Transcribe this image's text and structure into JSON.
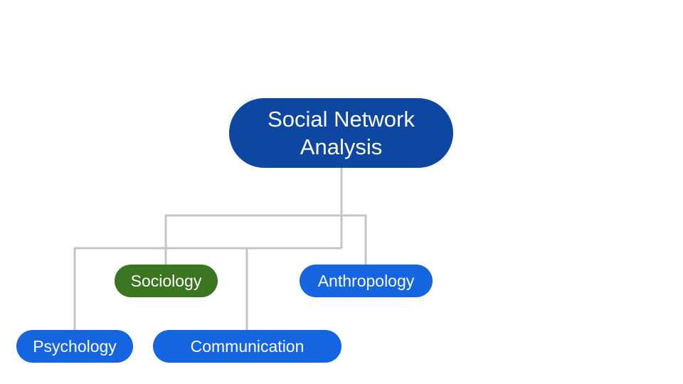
{
  "colors": {
    "root_fill": "#0D47A1",
    "child_fill": "#1565E0",
    "highlight_fill": "#3A761F",
    "connector": "#C4C4C4",
    "text": "#FFFFFF"
  },
  "diagram": {
    "root": {
      "label_line1": "Social Network",
      "label_line2": "Analysis"
    },
    "children": {
      "sociology": "Sociology",
      "anthropology": "Anthropology",
      "psychology": "Psychology",
      "communication": "Communication"
    }
  }
}
